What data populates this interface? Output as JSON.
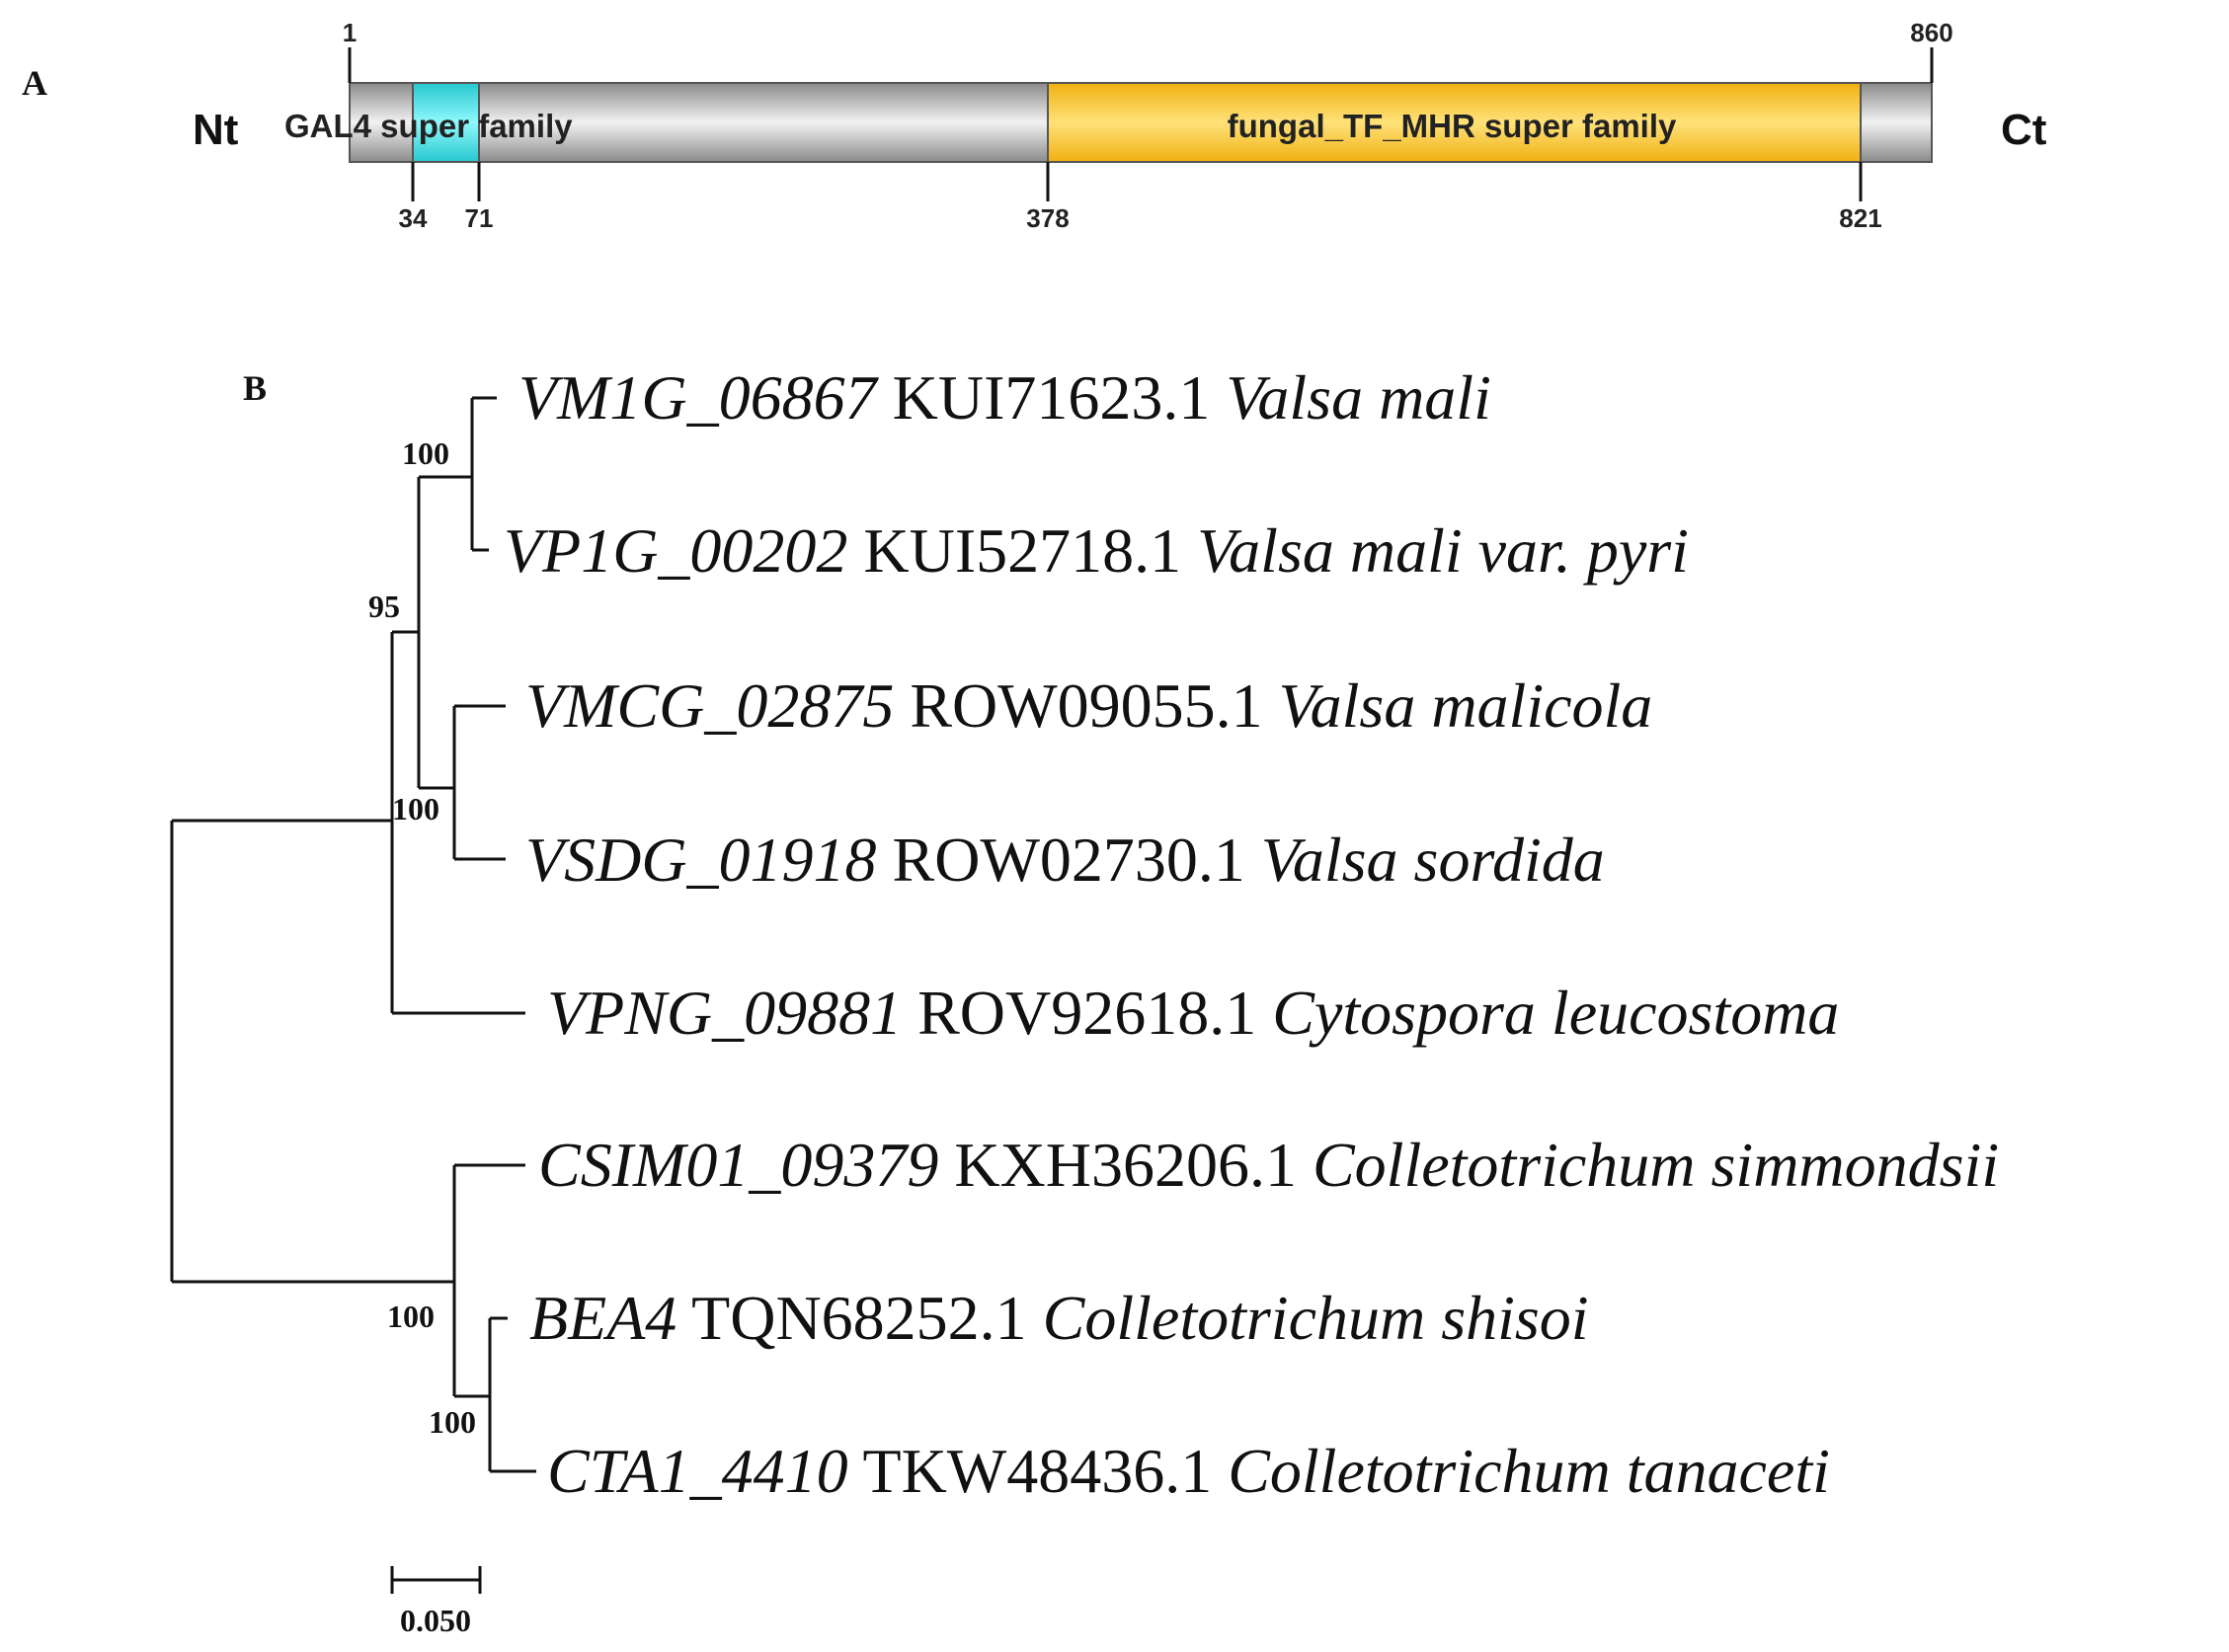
{
  "panel_a": {
    "letter": "A",
    "n_terminus": "Nt",
    "c_terminus": "Ct",
    "length_start": "1",
    "length_end": "860",
    "domains": [
      {
        "name": "GAL4 super family",
        "start": 34,
        "end": 71,
        "start_label": "34",
        "end_label": "71",
        "color": "#3EEAF0"
      },
      {
        "name": "fungal_TF_MHR super family",
        "start": 378,
        "end": 821,
        "start_label": "378",
        "end_label": "821",
        "color": "#F7C631"
      }
    ],
    "bar_color": "#B9B9B9"
  },
  "panel_b": {
    "letter": "B",
    "bootstrap": {
      "n100_top": "100",
      "n95": "95",
      "n100_mid": "100",
      "n100_colle": "100",
      "n100_low": "100"
    },
    "taxa": [
      {
        "gene": "VM1G_06867",
        "acc": "KUI71623.1",
        "species": "Valsa mali"
      },
      {
        "gene": "VP1G_00202",
        "acc": "KUI52718.1",
        "species": "Valsa mali var. pyri"
      },
      {
        "gene": "VMCG_02875",
        "acc": "ROW09055.1",
        "species": "Valsa malicola"
      },
      {
        "gene": "VSDG_01918",
        "acc": "ROW02730.1",
        "species": "Valsa sordida"
      },
      {
        "gene": "VPNG_09881",
        "acc": "ROV92618.1",
        "species": "Cytospora leucostoma"
      },
      {
        "gene": "CSIM01_09379",
        "acc": "KXH36206.1",
        "species": "Colletotrichum simmondsii"
      },
      {
        "gene": "BEA4",
        "acc": "TQN68252.1",
        "species": "Colletotrichum shisoi"
      },
      {
        "gene": "CTA1_4410",
        "acc": "TKW48436.1",
        "species": "Colletotrichum tanaceti"
      }
    ],
    "scale_label": "0.050"
  }
}
